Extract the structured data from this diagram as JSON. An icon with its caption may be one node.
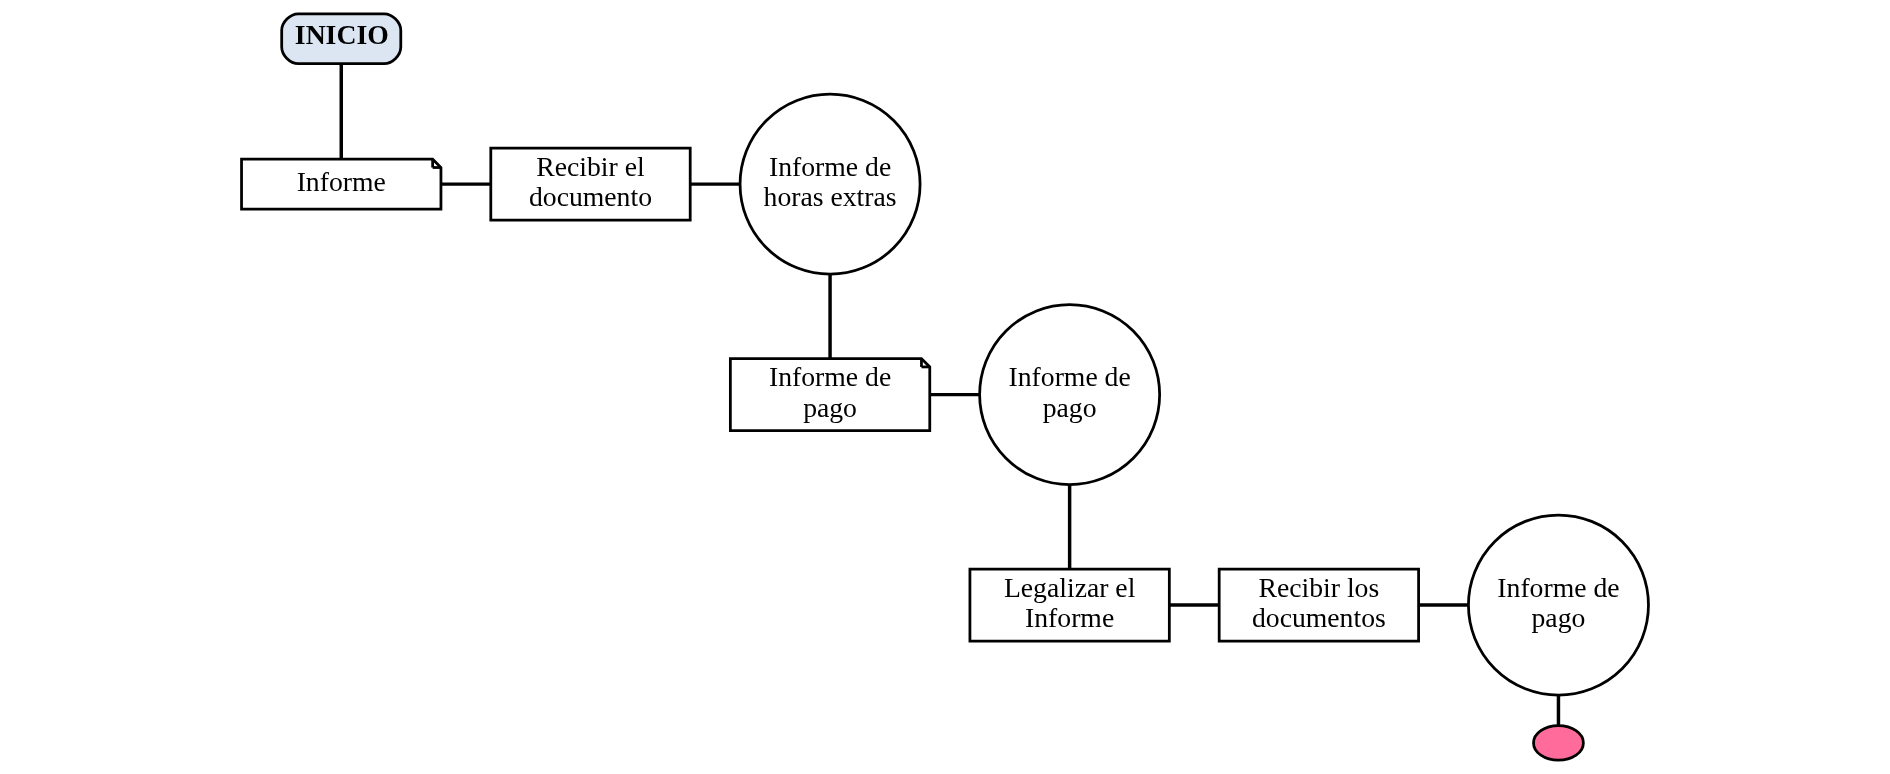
{
  "diagram": {
    "nodes": [
      {
        "text": [
          "INICIO"
        ]
      },
      {
        "text": [
          "Informe"
        ]
      },
      {
        "text": [
          "Recibir el documento"
        ]
      },
      {
        "text": [
          "Informe de horas extras"
        ]
      },
      {
        "text": [
          "Informe de pago"
        ]
      },
      {
        "text": [
          "Informe de pago"
        ]
      },
      {
        "text": [
          "Legalizar el Informe"
        ]
      },
      {
        "text": [
          "Recibir los documentos"
        ]
      },
      {
        "text": [
          "Informe de pago"
        ]
      },
      {
        "text": [],
        "shape": "circle"
      }
    ],
    "edges": [
      {
        "from": 0,
        "to": 1,
        "arrow": "none"
      },
      {
        "from": 1,
        "to": 2,
        "arrow": "none"
      },
      {
        "from": 2,
        "to": 3,
        "arrow": "none"
      },
      {
        "from": 3,
        "to": 4,
        "arrow": "none"
      },
      {
        "from": 4,
        "to": 5,
        "arrow": "none"
      },
      {
        "from": 5,
        "to": 6,
        "arrow": "none"
      },
      {
        "from": 6,
        "to": 7,
        "arrow": "none"
      },
      {
        "from": 7,
        "to": 8,
        "arrow": "none"
      },
      {
        "from": 8,
        "to": 9,
        "arrow": "none"
      }
    ]
  }
}
